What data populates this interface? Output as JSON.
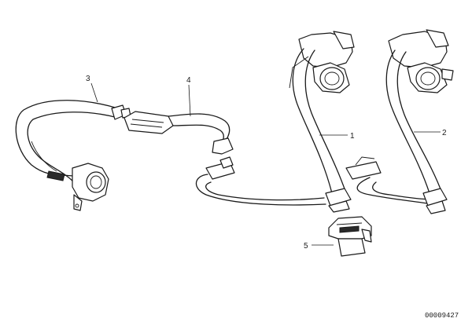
{
  "callouts": {
    "c1": "1",
    "c2": "2",
    "c3": "3",
    "c4": "4",
    "c5": "5"
  },
  "document_number": "00009427"
}
